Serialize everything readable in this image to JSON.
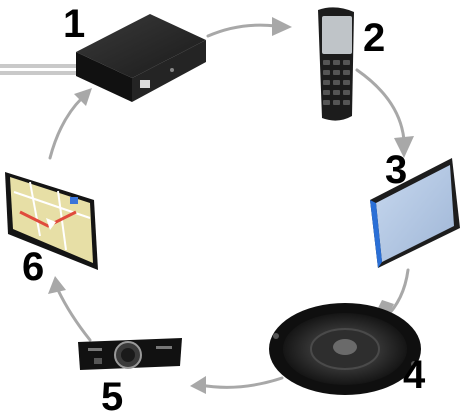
{
  "diagram": {
    "numbers": {
      "n1": "1",
      "n2": "2",
      "n3": "3",
      "n4": "4",
      "n5": "5",
      "n6": "6"
    },
    "devices": [
      "set-top-box",
      "cordless-phone",
      "tablet-screen",
      "car-speaker",
      "car-radio",
      "gps-navigator"
    ],
    "colors": {
      "arrow": "#a8a8a8",
      "device_dark": "#1c1c1c",
      "screen_blue": "#2a6fd6"
    }
  }
}
